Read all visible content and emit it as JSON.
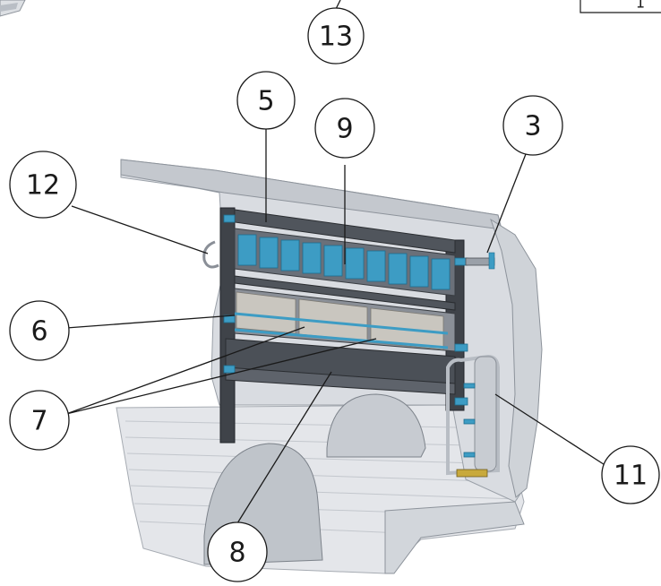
{
  "balloons": {
    "b13": "13",
    "b5": "5",
    "b9": "9",
    "b3": "3",
    "b12": "12",
    "b6": "6",
    "b7": "7",
    "b8": "8",
    "b11": "11"
  },
  "corner_box": {
    "label": "1"
  }
}
